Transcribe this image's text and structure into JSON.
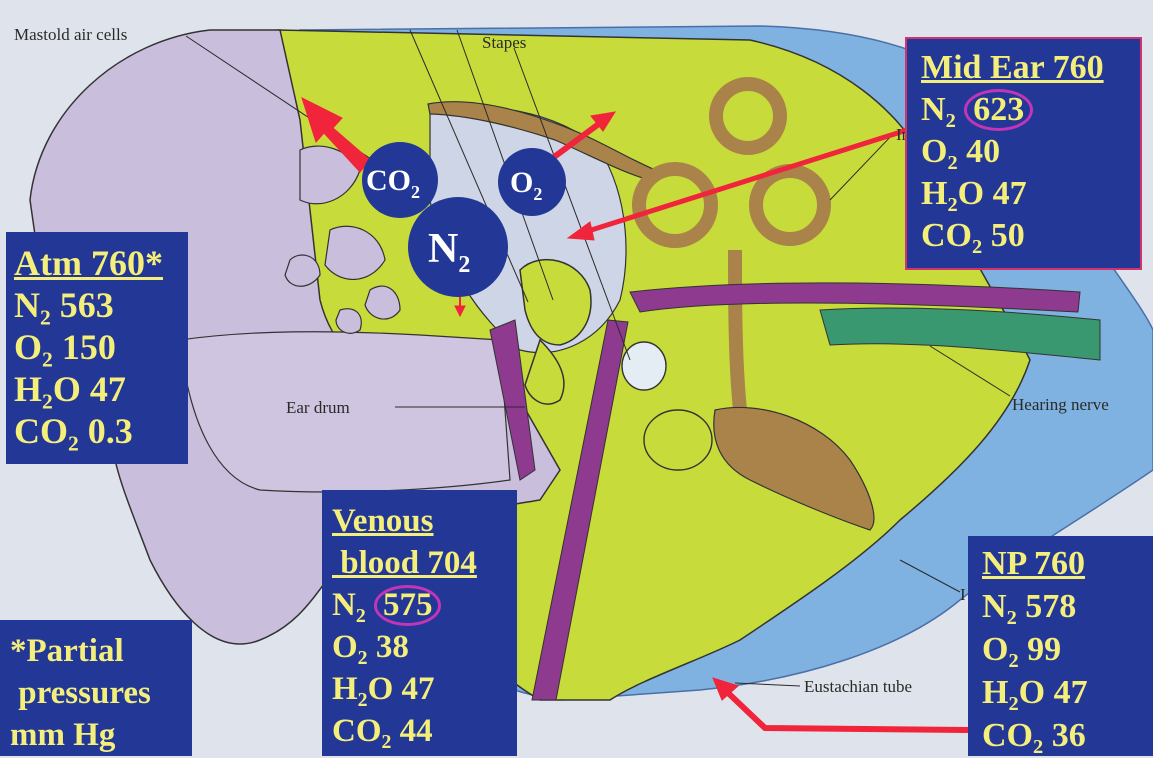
{
  "labels": {
    "mastoid": "Mastold air cells",
    "stapes": "Stapes",
    "ear_drum": "Ear drum",
    "hearing_nerve": "Hearing nerve",
    "eustachian": "Eustachian tube",
    "inner_top": "In",
    "inner_bottom": "I"
  },
  "gas_balls": {
    "co2": {
      "main": "CO",
      "sub": "2"
    },
    "o2": {
      "main": "O",
      "sub": "2"
    },
    "n2": {
      "main": "N",
      "sub": "2"
    }
  },
  "panels": {
    "atm": {
      "title": "Atm 760*",
      "rows": [
        {
          "gas": "N",
          "sub": "2",
          "value": " 563"
        },
        {
          "gas": "O",
          "sub": "2",
          "value": " 150"
        },
        {
          "gas": "H",
          "sub": "2",
          "value": "O 47"
        },
        {
          "gas": "CO",
          "sub": "2",
          "value": " 0.3"
        }
      ]
    },
    "mid_ear": {
      "title": "Mid Ear 760",
      "rows": [
        {
          "gas": "N",
          "sub": "2",
          "value": "623"
        },
        {
          "gas": "O",
          "sub": "2",
          "value": " 40"
        },
        {
          "gas": "H",
          "sub": "2",
          "value": "O 47"
        },
        {
          "gas": "CO",
          "sub": "2",
          "value": " 50"
        }
      ]
    },
    "venous": {
      "title_line1": "Venous",
      "title_line2": " blood 704",
      "rows": [
        {
          "gas": "N",
          "sub": "2",
          "value": "575"
        },
        {
          "gas": "O",
          "sub": "2",
          "value": " 38"
        },
        {
          "gas": "H",
          "sub": "2",
          "value": "O 47"
        },
        {
          "gas": "CO",
          "sub": "2",
          "value": " 44"
        }
      ]
    },
    "np": {
      "title": "NP 760",
      "rows": [
        {
          "gas": "N",
          "sub": "2",
          "value": " 578"
        },
        {
          "gas": "O",
          "sub": "2",
          "value": " 99"
        },
        {
          "gas": "H",
          "sub": "2",
          "value": "O 47"
        },
        {
          "gas": "CO",
          "sub": "2",
          "value": " 36"
        }
      ]
    },
    "footnote": {
      "line1": "*Partial",
      "line2": " pressures",
      "line3": "mm Hg"
    }
  },
  "colors": {
    "panel_bg": "#233796",
    "panel_text": "#f4ee7a",
    "highlight_ring": "#c235b8",
    "arrow": "#f0243a",
    "bone": "#c7dc3a",
    "ear_skin": "#c9bfdc",
    "cochlea": "#a9834a"
  }
}
